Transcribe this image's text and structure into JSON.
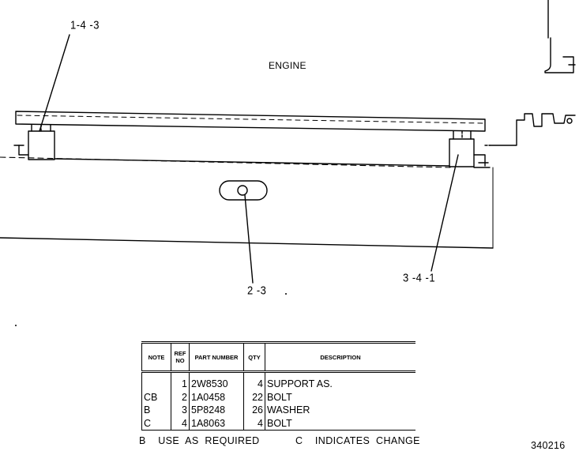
{
  "drawing": {
    "engine_label": "ENGINE",
    "callouts": [
      {
        "id": "callout-1-4-3",
        "text": "1-4 -3"
      },
      {
        "id": "callout-2-3",
        "text": "2 -3"
      },
      {
        "id": "callout-3-4-1",
        "text": "3 -4 -1"
      }
    ]
  },
  "parts_table": {
    "headers": {
      "note": "NOTE",
      "ref_no": "REF NO",
      "part_number": "PART NUMBER",
      "qty": "QTY",
      "description": "DESCRIPTION"
    },
    "rows": [
      {
        "note": "",
        "ref": "1",
        "part": "2W8530",
        "qty": "4",
        "description": "SUPPORT  AS."
      },
      {
        "note": "CB",
        "ref": "2",
        "part": "1A0458",
        "qty": "22",
        "description": "BOLT"
      },
      {
        "note": "B",
        "ref": "3",
        "part": "5P8248",
        "qty": "26",
        "description": "WASHER"
      },
      {
        "note": "C",
        "ref": "4",
        "part": "1A8063",
        "qty": "4",
        "description": "BOLT"
      }
    ]
  },
  "footnotes": {
    "b": "B    USE  AS  REQUIRED",
    "c": "C    INDICATES  CHANGE"
  },
  "figure_number": "340216"
}
